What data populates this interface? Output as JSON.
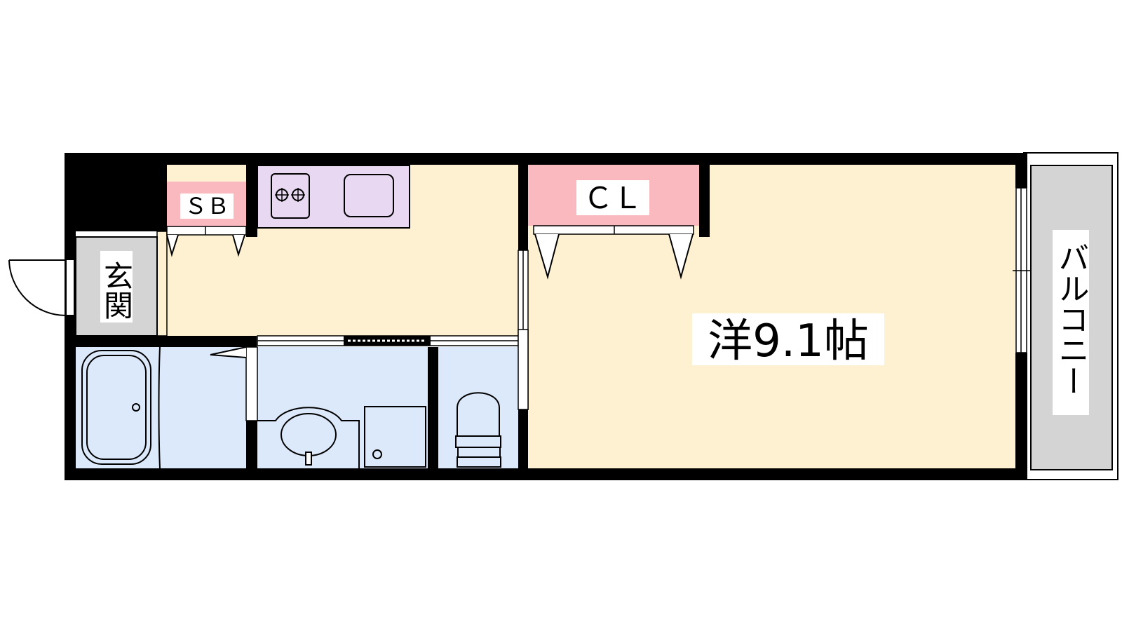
{
  "floorplan": {
    "rooms": {
      "western_room": {
        "label": "洋9.1帖",
        "color": "#fdf1d2"
      },
      "entrance": {
        "label": "玄関",
        "color": "#d4d4d4"
      },
      "shoe_box": {
        "label": "ＳＢ",
        "color": "#f9b9bf"
      },
      "closet": {
        "label": "ＣＬ",
        "color": "#f9b9bf"
      },
      "balcony": {
        "label": "バルコニー",
        "color": "#d4d4d4"
      },
      "kitchen_counter": {
        "color": "#e8d8f1"
      },
      "wet_area": {
        "color": "#dbe9fa"
      }
    },
    "wall_color": "#000000"
  }
}
